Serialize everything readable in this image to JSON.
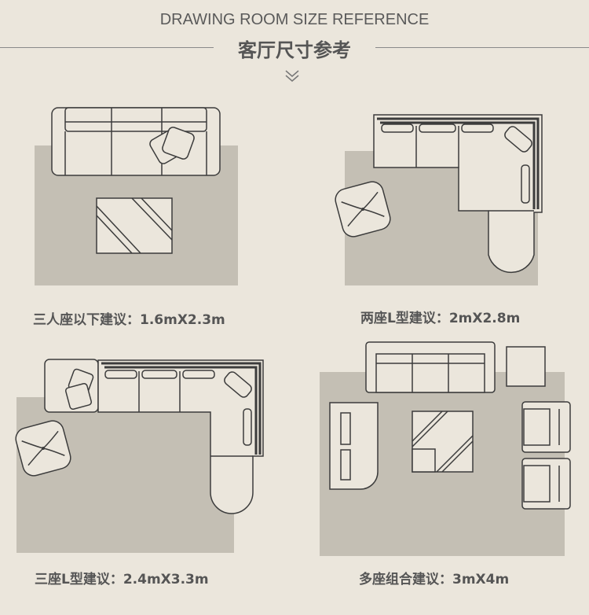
{
  "header": {
    "title_en": "DRAWING ROOM SIZE REFERENCE",
    "title_cn": "客厅尺寸参考"
  },
  "panels": [
    {
      "caption": "三人座以下建议：1.6mX2.3m"
    },
    {
      "caption": "两座L型建议：2mX2.8m"
    },
    {
      "caption": "三座L型建议：2.4mX3.3m"
    },
    {
      "caption": "多座组合建议：3mX4m"
    }
  ],
  "colors": {
    "background": "#ebe6dc",
    "rug": "#c4bfb4",
    "outline": "#3c3c3c"
  }
}
